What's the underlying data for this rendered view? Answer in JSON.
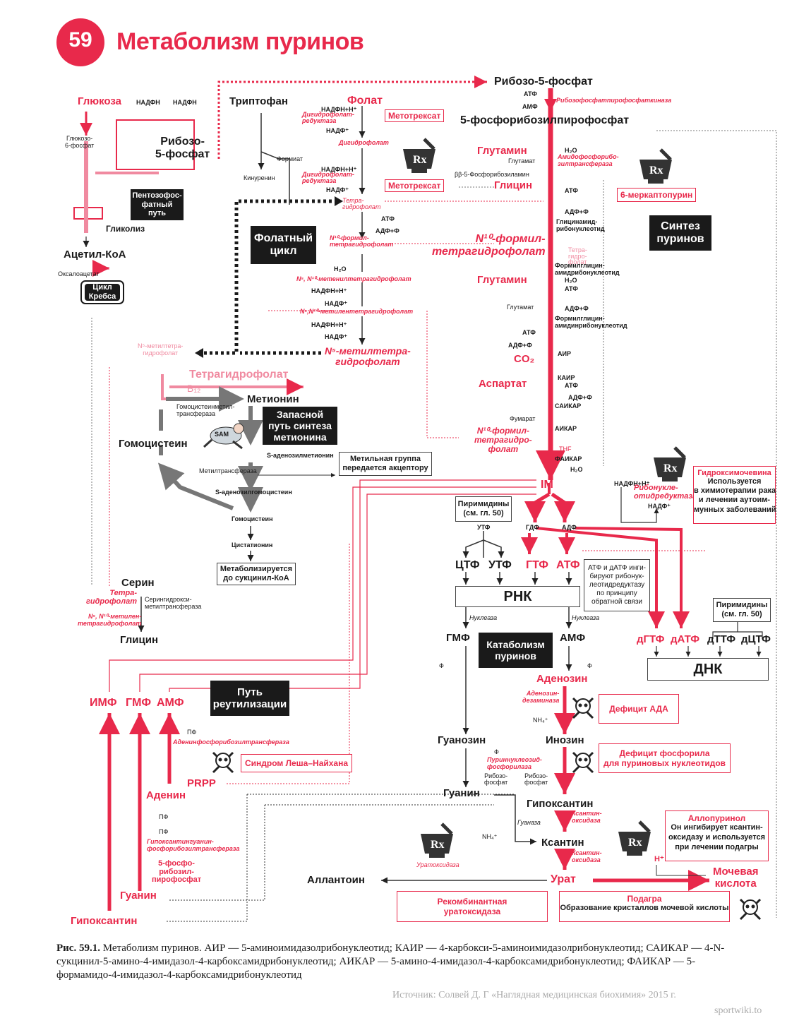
{
  "header": {
    "number": "59",
    "title": "Метаболизм пуринов"
  },
  "pentose": {
    "glucose": "Глюкоза",
    "nadph1": "НАДФН",
    "nadph2": "НАДФН",
    "g6p": "Глюкозо-\n6-фосфат",
    "ribose5p": "Рибозо-\n5-фосфат",
    "pentose_path": "Пентозофос-\nфатный\nпуть",
    "glycolysis": "Гликолиз",
    "acetyl": "Ацетил-КоА",
    "oxaloacetate": "Оксалоацетат",
    "krebs": "Цикл\nКребса"
  },
  "folate": {
    "tryptophan": "Триптофан",
    "kynurenine": "Кинуренин",
    "formate": "Формиат",
    "folate": "Фолат",
    "nadph_h1": "НАДФН+Н⁺",
    "dhfr1": "Дигидрофолат-\nредуктаза",
    "nadp1": "НАДФ⁺",
    "mtx1": "Метотрексат",
    "dhf": "Дигидрофолат",
    "nadph_h2": "НАДФН+Н⁺",
    "dhfr2": "Дигидрофолат-\nредуктаза",
    "nadp2": "НАДФ⁺",
    "mtx2": "Метотрексат",
    "thf": "Тетра-\nгидрофолат",
    "atp": "АТФ",
    "adp": "АДФ+Ф",
    "fthf": "N¹⁰-формил-\nтетрагидрофолат",
    "h2o": "Н₂О",
    "methenyl": "N⁵, N¹⁰-метенилтетрагидрофолат",
    "nadph_h3": "НАДФН+Н⁺",
    "nadp3": "НАДФ⁺",
    "methylene": "N⁵,N¹⁰-метилентетрагидрофолат",
    "nadph_h4": "НАДФН+Н⁺",
    "nadp4": "НАДФ⁺",
    "methyl": "N⁵-метилтетра-\nгидрофолат",
    "cycle": "Фолатный\nцикл",
    "methyl_small": "N⁵-метилтетра-\nгидрофолат",
    "thf_big": "Тетрагидрофолат",
    "b12": "B₁₂"
  },
  "methionine": {
    "methionine": "Метионин",
    "mtr": "Гомоцистеинметил-\nтрансфераза",
    "salvage": "Запасной\nпуть синтеза\nметионина",
    "sam_label": "SAM",
    "sam": "S-аденозилметионин",
    "methyltransferase": "Метилтрансфераза",
    "methyl_group": "Метильная группа\nпередается акцептору",
    "sah": "S-аденозилгомоцистеин",
    "homocysteine_big": "Гомоцистеин",
    "homocysteine": "Гомоцистеин",
    "cystathionine": "Цистатионин",
    "succinyl": "Метаболизируется\nдо сукцинил-КоА"
  },
  "serine": {
    "serine": "Серин",
    "thf": "Тетра-\nгидрофолат",
    "shmt": "Серингидрокси-\nметилтрансфераза",
    "methylene": "N⁵, N¹⁰-метилен-\nтетрагидрофолат",
    "glycine": "Глицин"
  },
  "purine_synth": {
    "r5p": "Рибозо-5-фосфат",
    "atp": "АТФ",
    "amp": "АМФ",
    "prps": "Рибозофосфатпирофосфаткиназа",
    "prpp": "5-фосфорибозилпирофосфат",
    "glutamine1": "Глутамин",
    "h2o1": "Н₂О",
    "glutamate1": "Глутамат",
    "amidotransferase": "Амидофосфорибо-\nзилтрансфераза",
    "pra": "ββ-5-Фосфорибозиламин",
    "glycine": "Глицин",
    "atp1": "АТФ",
    "adp1": "АДФ+Ф",
    "gar": "Глицинамид-\nрибонуклеотид",
    "fthf": "N¹⁰-формил-\nтетрагидрофолат",
    "thf1": "Тетра-\nгидро-\nфолат",
    "fgar": "Формилглицин-\nамидрибонуклеотид",
    "glutamine2": "Глутамин",
    "h2o2": "Н₂О",
    "atp2": "АТФ",
    "glutamate2": "Глутамат",
    "adp2": "АДФ+Ф",
    "fgam": "Формилглицин-\nамидинрибонуклеотид",
    "atp3": "АТФ",
    "adp3": "АДФ+Ф",
    "air": "АИР",
    "co2": "CO₂",
    "cair": "КАИР",
    "aspartate": "Аспартат",
    "atp4": "АТФ",
    "adp4": "АДФ+Ф",
    "saicar": "САИКАР",
    "fumarate": "Фумарат",
    "aicar": "АИКАР",
    "fthf2": "N¹⁰-формил-\nтетрагидро-\nфолат",
    "thf2": "THF",
    "faicar": "ФАИКАР",
    "h2o3": "Н₂О",
    "mp6": "6-меркаптопурин",
    "synthesis": "Синтез\nпуринов"
  },
  "nucleotides": {
    "imp": "IM",
    "pyrimidines1": "Пиримидины\n(см. гл. 50)",
    "utf": "УТФ",
    "gdp": "ГДФ",
    "adp": "АДФ",
    "ctp": "ЦТФ",
    "utp": "УТФ",
    "gtp": "ГТФ",
    "atp": "АТФ",
    "feedback": "АТФ и дАТФ инги-\nбируют рибонук-\nлеотидредуктазу\nпо принципу\nобратной связи",
    "rna": "РНК",
    "nadph_h": "НАДФН+Н⁺",
    "rnr": "Рибонукле-\nотидредуктаза",
    "nadp": "НАДФ⁺",
    "hydroxyurea_title": "Гидроксимочевина",
    "hydroxyurea_text": "Используется\nв химиотерапии рака\nи лечении аутоим-\nмунных заболеваний",
    "pyrimidines2": "Пиримидины\n(см. гл. 50)",
    "dgtp": "дГТФ",
    "datp": "дАТФ",
    "dttp": "дТТФ",
    "dctp": "дЦТФ",
    "dna": "ДНК"
  },
  "catabolism": {
    "nuclease1": "Нуклеаза",
    "nuclease2": "Нуклеаза",
    "gmp": "ГМФ",
    "amp": "АМФ",
    "title": "Катаболизм\nпуринов",
    "pi1": "Ф",
    "pi2": "Ф",
    "adenosine": "Аденозин",
    "ada": "Аденозин-\nдезаминаза",
    "nh4a": "NH₄⁺",
    "ada_def": "Дефицит АДА",
    "guanosine": "Гуанозин",
    "inosine": "Инозин",
    "pi3": "Ф",
    "pnp": "Пуриннуклеозид-\nфосфорилаза",
    "r1p1": "Рибозо-\nфосфат",
    "r1p2": "Рибозо-\nфосфат",
    "pnp_def": "Дефицит фосфорила\nдля пуриновых нуклеотидов",
    "guanine": "Гуанин",
    "hypoxanthine": "Гипоксантин",
    "xo1": "Ксантин-\nоксидаза",
    "guanase": "Гуаназа",
    "nh4b": "NH₄⁺",
    "xanthine": "Ксантин",
    "xo2": "Ксантин-\nоксидаза",
    "h_plus": "Н⁺",
    "allopurinol_title": "Аллопуринол",
    "allopurinol_text": "Он ингибирует ксантин-\nоксидазу и используется\nпри лечении подагры",
    "uricase": "Уратоксидаза",
    "allantoin": "Аллантоин",
    "urate": "Урат",
    "uric_acid": "Мочевая\nкислота",
    "recomb": "Рекомбинантная\nуратоксидаза",
    "gout_title": "Подагра",
    "gout_text": "Образование кристаллов мочевой кислоты"
  },
  "salvage": {
    "title": "Путь\nреутилизации",
    "imp": "ИМФ",
    "gmp": "ГМФ",
    "amp": "АМФ",
    "ppi1": "ПФ",
    "aprt": "Аденинфосфорибозилтрансфераза",
    "lesch": "Синдром Леша–Найхана",
    "prpp": "PRPP",
    "adenine": "Аденин",
    "ppi2": "ПФ",
    "ppi3": "ПФ",
    "hgprt": "Гипоксантингуанин-\nфосфорибозилтрансфераза",
    "prpp2": "5-фосфо-\nрибозил-\nпирофосфат",
    "guanine": "Гуанин",
    "hypoxanthine": "Гипоксантин"
  },
  "caption": {
    "label": "Рис. 59.1.",
    "text": "Метаболизм пуринов. АИР — 5-аминоимидазолрибонуклеотид; КАИР — 4-карбокси-5-аминоимидазолрибонуклеотид; САИКАР — 4-N-сукцинил-5-амино-4-имидазол-4-карбоксамидрибонуклеотид; АИКАР — 5-амино-4-имидазол-4-карбоксамидрибонуклеотид; ФАИКАР — 5-формамидо-4-имидазол-4-карбоксамидрибонуклеотид",
    "source": "Источник: Солвей Д. Г «Наглядная медицинская биохимия» 2015 г.",
    "site": "sportwiki.to"
  },
  "colors": {
    "accent": "#e8294b",
    "pink": "#f08aa0",
    "dark": "#1a1a1a",
    "grey": "#666666"
  },
  "icons": [
    "rx-mortar-icon",
    "skull-icon",
    "sam-man-icon"
  ]
}
